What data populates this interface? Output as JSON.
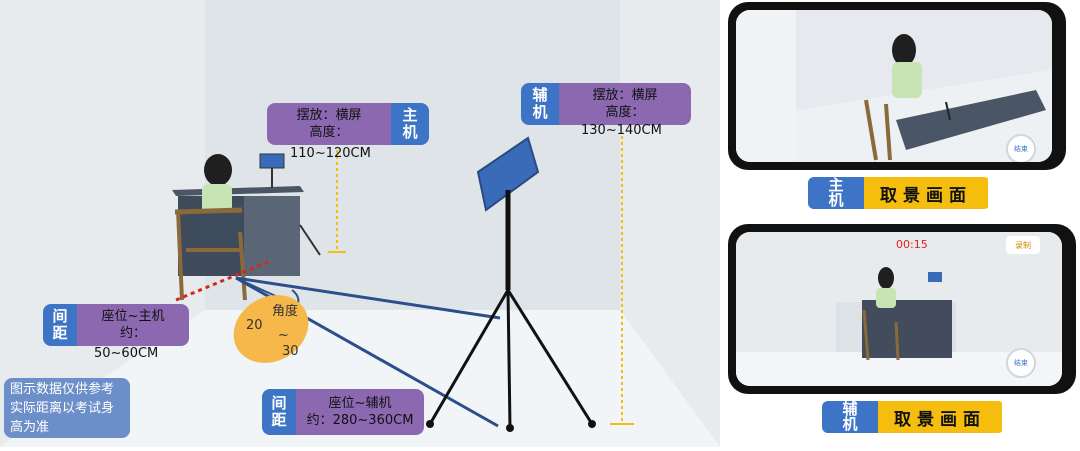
{
  "main_device": {
    "side_chars": [
      "主",
      "机"
    ],
    "placement": "摆放：横屏",
    "height_label": "高度：",
    "height_value": "110~120CM"
  },
  "aux_device": {
    "side_chars": [
      "辅",
      "机"
    ],
    "placement": "摆放：横屏",
    "height_label": "高度：",
    "height_value": "130~140CM"
  },
  "seat_main": {
    "side_chars": [
      "间",
      "距"
    ],
    "title": "座位~主机",
    "prefix": "约：",
    "value": "50~60CM"
  },
  "seat_aux": {
    "side_chars": [
      "间",
      "距"
    ],
    "title": "座位~辅机",
    "value": "约：280~360CM"
  },
  "angle": {
    "label": "角度",
    "value_a": "20",
    "sep": "~",
    "value_b": "30"
  },
  "note": "图示数据仅供参考 实际距离以考试身高为准",
  "captions": {
    "main": {
      "side_chars": [
        "主",
        "机"
      ],
      "title": "取景画面"
    },
    "aux": {
      "side_chars": [
        "辅",
        "机"
      ],
      "title": "取景画面"
    }
  },
  "preview_main": {
    "button": "结束"
  },
  "preview_aux": {
    "timer": "00:15",
    "badge": "录制",
    "button": "结束"
  },
  "colors": {
    "accent_blue": "#3d74c6",
    "purple": "#8b68b0",
    "yellow": "#f5bd0e",
    "orange": "#f6b84a",
    "line_blue": "#2d4e8c",
    "red_dotted": "#d9261c"
  }
}
